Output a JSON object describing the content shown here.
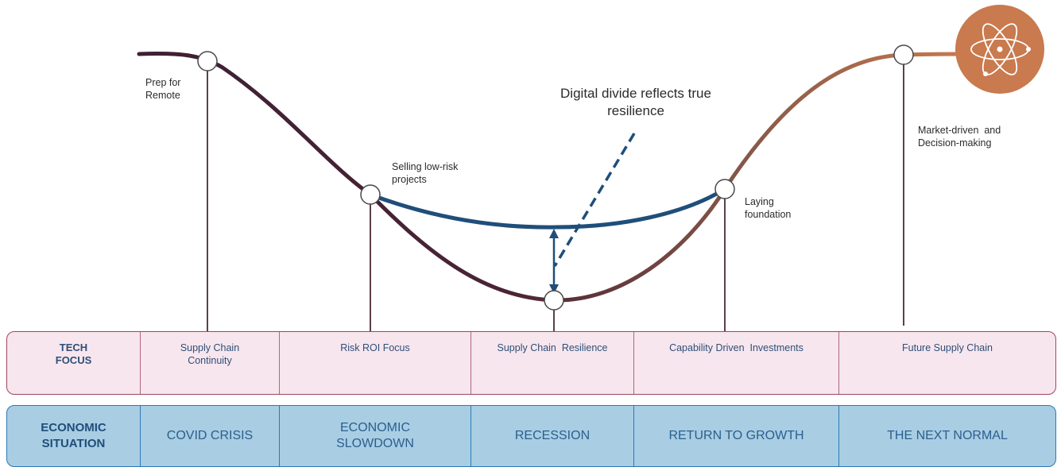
{
  "annotations": {
    "prep_remote": "Prep for\nRemote",
    "selling_low_risk": "Selling low-risk\nprojects",
    "digital_divide": "Digital divide reflects true\nresilience",
    "laying_foundation": "Laying\nfoundation",
    "market_driven": "Market-driven  and\nDecision-making"
  },
  "tech_focus": {
    "header": "TECH\nFOCUS",
    "cells": [
      "Supply Chain\nContinuity",
      "Risk ROI Focus",
      "Supply Chain  Resilience",
      "Capability Driven  Investments",
      "Future Supply Chain"
    ]
  },
  "economic_situation": {
    "header": "ECONOMIC\nSITUATION",
    "cells": [
      "COVID CRISIS",
      "ECONOMIC\nSLOWDOWN",
      "RECESSION",
      "RETURN TO GROWTH",
      "THE NEXT NORMAL"
    ]
  },
  "colors": {
    "curve_start": "#3d2033",
    "curve_end": "#c97a4e",
    "resilience_curve": "#1f4e7a",
    "atom_circle": "#c97a4e",
    "tech_band_fill": "#f7e6ee",
    "tech_band_border": "#a0455e",
    "econ_band_fill": "#a9cde3",
    "econ_band_border": "#2b7ab8"
  },
  "icons": {
    "atom": "atom-icon",
    "milestone": "milestone-circle"
  }
}
